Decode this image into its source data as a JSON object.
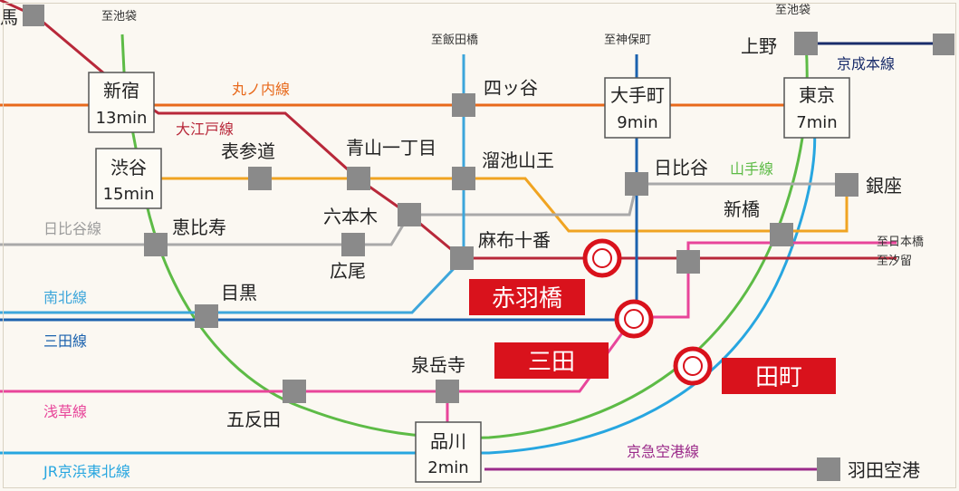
{
  "map": {
    "directions": {
      "ikebukuro_left": "至池袋",
      "iidabashi": "至飯田橋",
      "jimbocho": "至神保町",
      "ikebukuro_right": "至池袋",
      "nihombashi": "至日本橋",
      "shiodome": "至汐留"
    },
    "lines": {
      "marunouchi": "丸ノ内線",
      "oedo": "大江戸線",
      "hibiya": "日比谷線",
      "namboku": "南北線",
      "mita": "三田線",
      "asakusa": "浅草線",
      "keihin_tohoku": "JR京浜東北線",
      "yamanote": "山手線",
      "keisei": "京成本線",
      "keikyu": "京急空港線"
    },
    "stations": {
      "baba_partial": "馬",
      "shinjuku": "新宿",
      "shinjuku_time": "13min",
      "shibuya": "渋谷",
      "shibuya_time": "15min",
      "omotesando": "表参道",
      "aoyama_itchome": "青山一丁目",
      "yotsuya": "四ッ谷",
      "otemachi": "大手町",
      "otemachi_time": "9min",
      "tokyo": "東京",
      "tokyo_time": "7min",
      "ueno": "上野",
      "tameike_sanno": "溜池山王",
      "hibiya_st": "日比谷",
      "ginza": "銀座",
      "roppongi": "六本木",
      "shimbashi": "新橋",
      "azabu_juban": "麻布十番",
      "ebisu": "恵比寿",
      "hiroo": "広尾",
      "meguro": "目黒",
      "sengakuji": "泉岳寺",
      "gotanda": "五反田",
      "shinagawa": "品川",
      "shinagawa_time": "2min",
      "haneda": "羽田空港"
    },
    "highlights": {
      "akabanebashi": "赤羽橋",
      "mita": "三田",
      "tamachi": "田町"
    },
    "colors": {
      "background": "#fbf8f2",
      "marunouchi": "#e8691b",
      "oedo": "#b8283a",
      "ginza_line": "#f0a422",
      "hibiya": "#a9a9a9",
      "namboku": "#3da6db",
      "mita": "#1b62ae",
      "asakusa": "#e8459a",
      "keihin_tohoku": "#27a6e0",
      "yamanote": "#5dbb46",
      "keisei": "#1a2d6b",
      "keikyu": "#9b2b8a",
      "station_square": "#8a8a8a",
      "highlight": "#d9121c"
    }
  }
}
